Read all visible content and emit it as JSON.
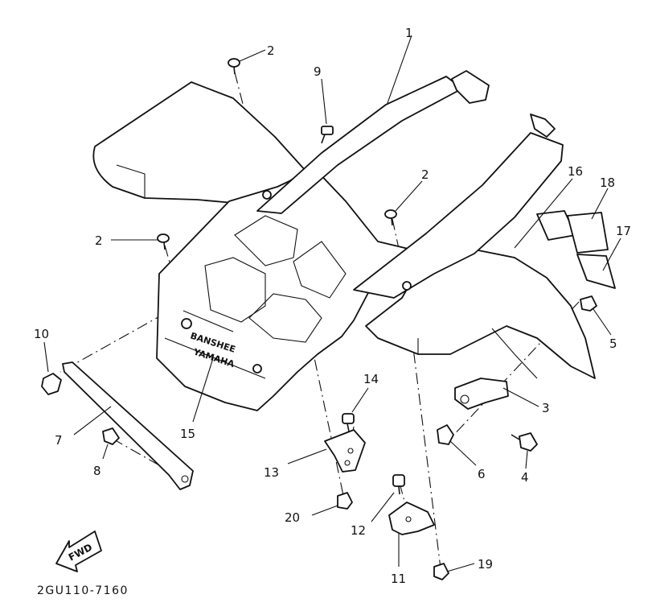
{
  "diagram_code": "2GU110-7160",
  "fwd_label": "FWD",
  "emboss": {
    "line1": "BANSHEE",
    "line2": "YAMAHA"
  },
  "callouts": [
    {
      "id": "c1",
      "label": "1"
    },
    {
      "id": "c2a",
      "label": "2"
    },
    {
      "id": "c2b",
      "label": "2"
    },
    {
      "id": "c2c",
      "label": "2"
    },
    {
      "id": "c3",
      "label": "3"
    },
    {
      "id": "c4",
      "label": "4"
    },
    {
      "id": "c5",
      "label": "5"
    },
    {
      "id": "c6",
      "label": "6"
    },
    {
      "id": "c7",
      "label": "7"
    },
    {
      "id": "c8",
      "label": "8"
    },
    {
      "id": "c9",
      "label": "9"
    },
    {
      "id": "c10",
      "label": "10"
    },
    {
      "id": "c11",
      "label": "11"
    },
    {
      "id": "c12",
      "label": "12"
    },
    {
      "id": "c13",
      "label": "13"
    },
    {
      "id": "c14",
      "label": "14"
    },
    {
      "id": "c15",
      "label": "15"
    },
    {
      "id": "c16",
      "label": "16"
    },
    {
      "id": "c17",
      "label": "17"
    },
    {
      "id": "c18",
      "label": "18"
    },
    {
      "id": "c19",
      "label": "19"
    },
    {
      "id": "c20",
      "label": "20"
    }
  ]
}
